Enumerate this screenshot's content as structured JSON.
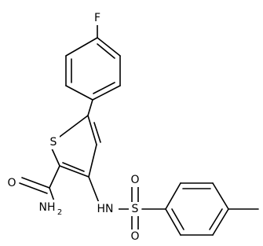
{
  "molecule": {
    "atoms": {
      "fluorine": "F",
      "sulfur_ring": "S",
      "oxygen_carbonyl": "O",
      "amide_nitrogen": "NH",
      "amide_subscript": "2",
      "sulfonamide_nh": "HN",
      "sulfonyl_sulfur": "S",
      "sulfonyl_oxygen_top": "O",
      "sulfonyl_oxygen_bottom": "O"
    }
  }
}
